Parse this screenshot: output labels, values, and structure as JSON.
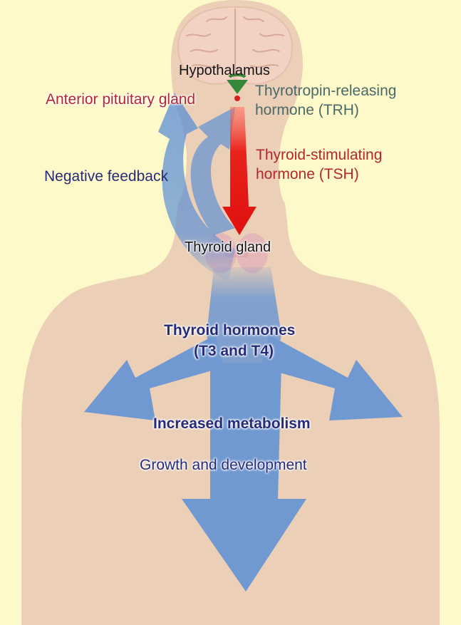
{
  "labels": {
    "hypothalamus": "Hypothalamus",
    "anterior_pituitary": "Anterior pituitary gland",
    "trh_line1": "Thyrotropin-releasing",
    "trh_line2": "hormone (TRH)",
    "tsh_line1": "Thyroid-stimulating",
    "tsh_line2": "hormone (TSH)",
    "negative_feedback": "Negative feedback",
    "thyroid_gland": "Thyroid gland",
    "thyroid_hormones_line1": "Thyroid hormones",
    "thyroid_hormones_line2": "(T3 and T4)",
    "increased_metabolism": "Increased metabolism",
    "growth_development": "Growth and development"
  },
  "colors": {
    "background": "#fdf9c9",
    "body_silhouette": "#ebcfb6",
    "brain": "#f1d2c4",
    "arrow_blue": "#5b8fd6",
    "arrow_red": "#e8221c",
    "trh_green": "#35883a",
    "text_navy": "#262b78",
    "text_red": "#b3272f",
    "text_slate": "#4a6a6a"
  }
}
